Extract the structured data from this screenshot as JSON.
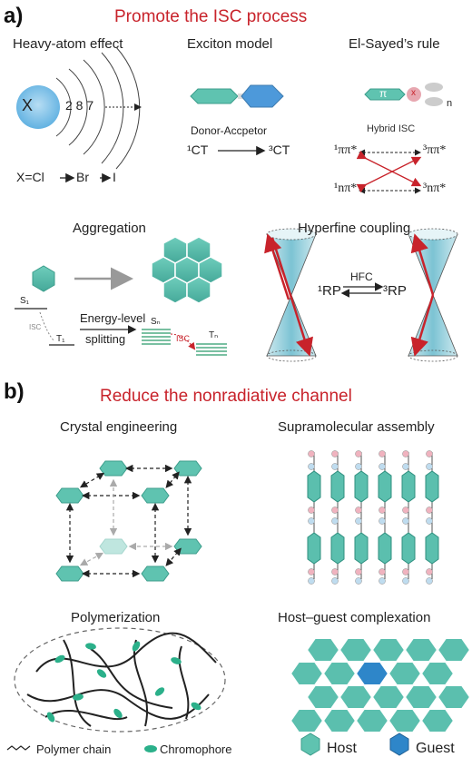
{
  "panel_a": {
    "letter": "a)",
    "banner": "Promote the ISC process",
    "heavy_atom": {
      "title": "Heavy-atom effect",
      "atom": "X",
      "shells": "2 8 7",
      "sequence": "X=Cl",
      "br": "Br",
      "i": "I"
    },
    "exciton": {
      "title": "Exciton model",
      "caption": "Donor-Accpetor",
      "ct_from": "¹CT",
      "ct_to": "³CT"
    },
    "el_sayed": {
      "title": "El-Sayed’s rule",
      "pi": "π",
      "x": "x",
      "n": "n",
      "hybrid": "Hybrid ISC",
      "states": [
        "¹ππ*",
        "³ππ*",
        "¹nπ*",
        "³nπ*"
      ]
    },
    "aggregation": {
      "title": "Aggregation",
      "s1": "S₁",
      "t1": "T₁",
      "isc": "ISC",
      "energy_level": "Energy-level",
      "splitting": "splitting",
      "sn": "Sₙ",
      "tn": "Tₙ",
      "isc2": "ISC"
    },
    "hyperfine": {
      "title": "Hyperfine coupling",
      "hfc": "HFC",
      "rp1": "¹RP",
      "rp3": "³RP"
    }
  },
  "panel_b": {
    "letter": "b)",
    "banner": "Reduce the nonradiative channel",
    "crystal": {
      "title": "Crystal engineering"
    },
    "supramolecular": {
      "title": "Supramolecular assembly"
    },
    "polymerization": {
      "title": "Polymerization",
      "legend_chain": "Polymer chain",
      "legend_chromophore": "Chromophore"
    },
    "host_guest": {
      "title": "Host–guest complexation",
      "host": "Host",
      "guest": "Guest"
    }
  },
  "colors": {
    "teal": "#5bbfae",
    "teal_dark": "#2f8f7f",
    "blue": "#2e86c9",
    "red": "#c8232b",
    "cone": "#8fd0dc"
  }
}
